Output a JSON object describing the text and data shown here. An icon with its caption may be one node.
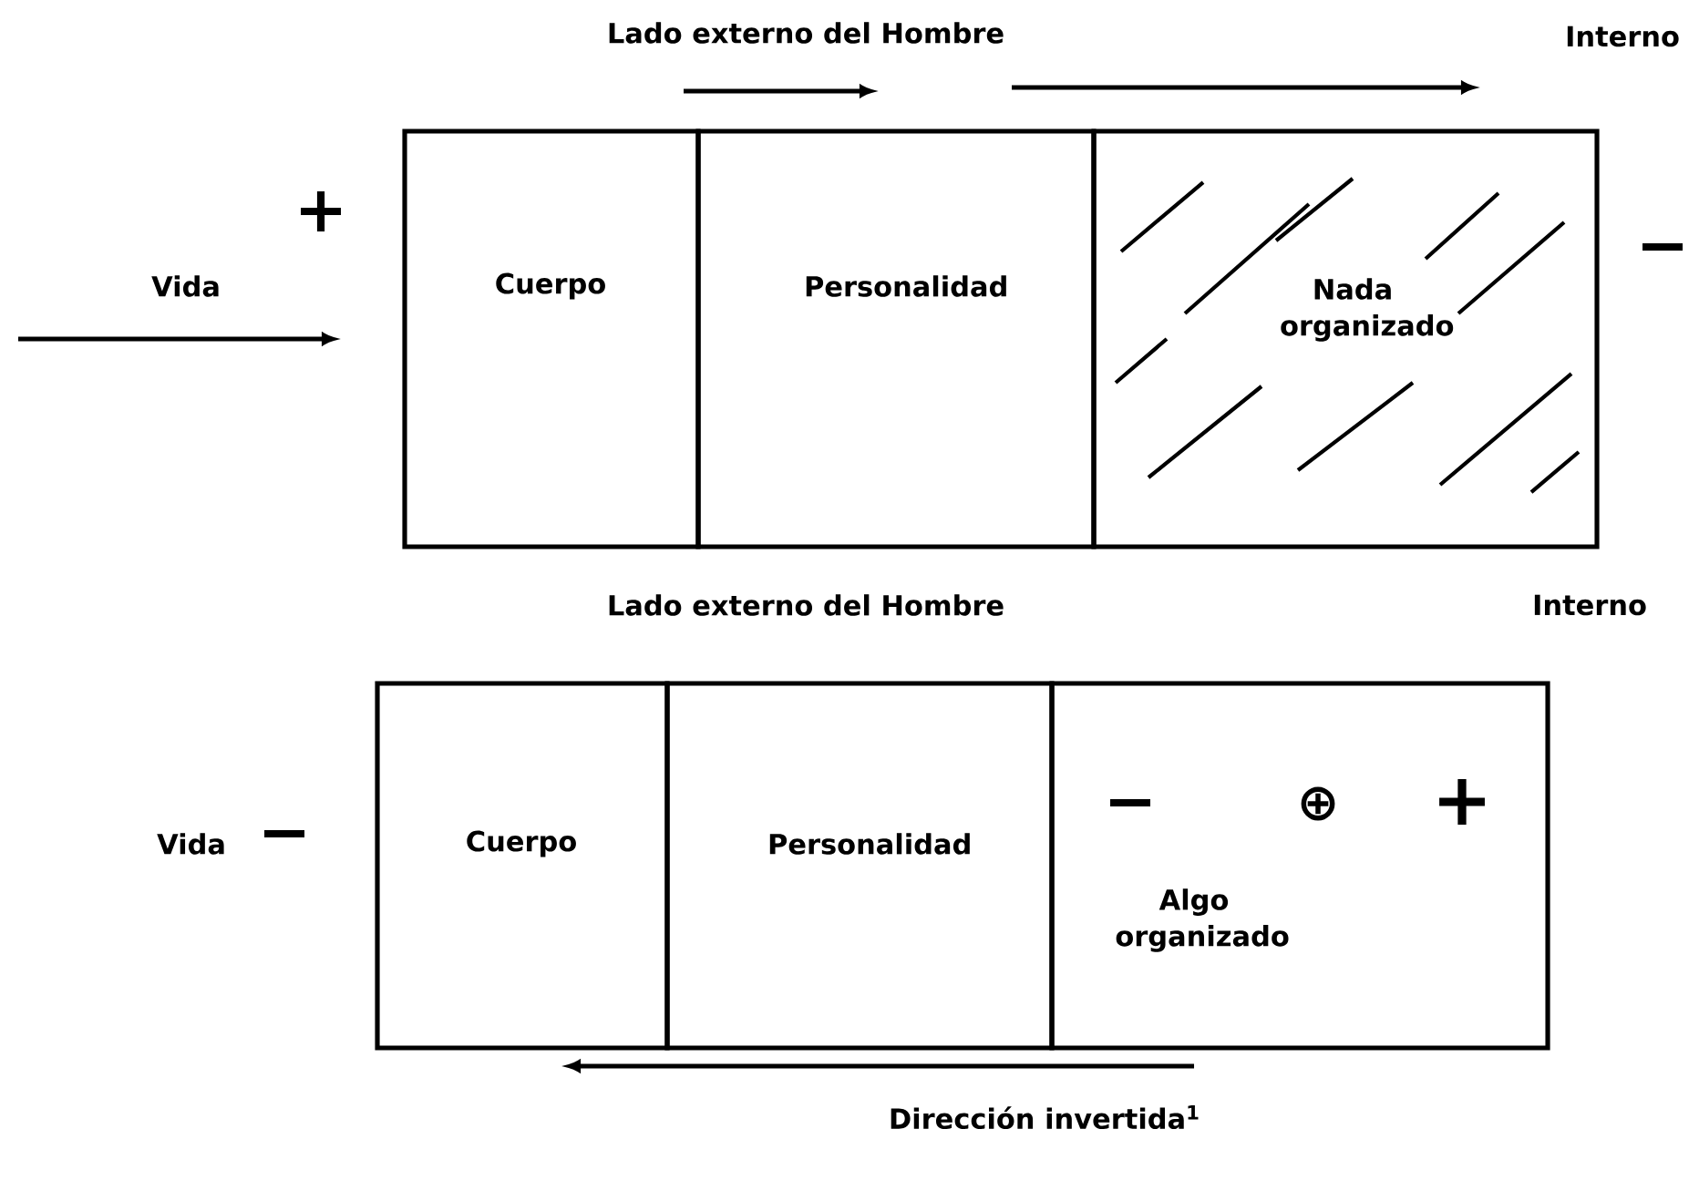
{
  "diagram": {
    "nodes": [
      {
        "text": [
          "Cuerpo"
        ]
      },
      {
        "text": [
          "Personalidad"
        ]
      },
      {
        "text": [
          "Nada organizado"
        ]
      },
      {
        "text": [
          "Cuerpo"
        ]
      },
      {
        "text": [
          "Personalidad"
        ]
      },
      {
        "text": [
          "Algo organizado"
        ]
      }
    ],
    "labels": [
      "Lado externo del Hombre",
      "Interno",
      "+",
      "Vida",
      "−",
      "Lado externo del Hombre",
      "Interno",
      "Vida",
      "−",
      "−",
      "⊕",
      "+",
      "Dirección invertida$^{1}$"
    ]
  }
}
